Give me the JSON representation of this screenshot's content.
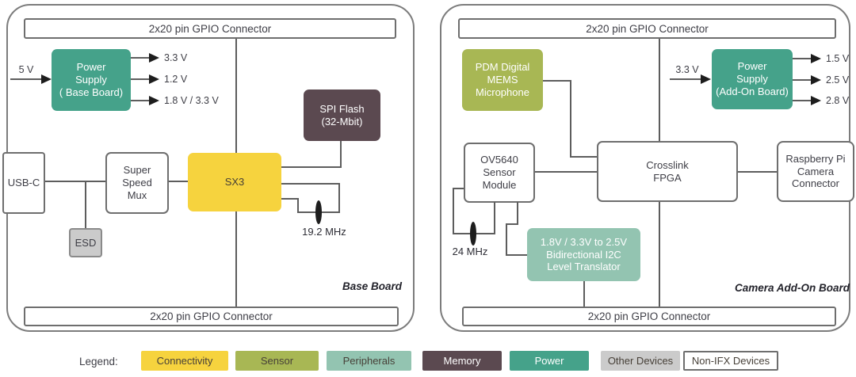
{
  "boards": {
    "base": {
      "name": "Base Board",
      "top_connector": "2x20 pin GPIO Connector",
      "bottom_connector": "2x20 pin GPIO Connector",
      "power_supply": {
        "label": "Power\nSupply\n( Base Board)",
        "input_label": "5 V",
        "outputs": [
          "3.3 V",
          "1.2 V",
          "1.8 V / 3.3 V"
        ]
      },
      "spi_flash_label": "SPI Flash\n(32-Mbit)",
      "usb_c_label": "USB-C",
      "mux_label": "Super\nSpeed\nMux",
      "sx3_label": "SX3",
      "esd_label": "ESD",
      "crystal_label": "19.2 MHz"
    },
    "camera": {
      "name": "Camera Add-On Board",
      "top_connector": "2x20 pin GPIO Connector",
      "bottom_connector": "2x20 pin GPIO Connector",
      "microphone_label": "PDM Digital\nMEMS\nMicrophone",
      "power_supply": {
        "label": "Power\nSupply\n(Add-On Board)",
        "input_label": "3.3 V",
        "outputs": [
          "1.5 V",
          "2.5 V",
          "2.8 V"
        ]
      },
      "sensor_module_label": "OV5640\nSensor\nModule",
      "fpga_label": "Crosslink\nFPGA",
      "rpi_connector_label": "Raspberry Pi\nCamera\nConnector",
      "crystal_label": "24 MHz",
      "level_translator_label": "1.8V / 3.3V to 2.5V\nBidirectional I2C\nLevel Translator"
    }
  },
  "legend": {
    "title": "Legend:",
    "items": [
      {
        "label": "Connectivity",
        "color": "#F6D33E"
      },
      {
        "label": "Sensor",
        "color": "#A8B754"
      },
      {
        "label": "Peripherals",
        "color": "#93C4B1"
      },
      {
        "label": "Memory",
        "color": "#5B4950"
      },
      {
        "label": "Power",
        "color": "#45A28A"
      },
      {
        "label": "Other Devices",
        "color": "#CBCBCB"
      },
      {
        "label": "Non-IFX Devices",
        "color": "#FFFFFF"
      }
    ]
  },
  "colors": {
    "connectivity": "#F6D33E",
    "sensor": "#A8B754",
    "peripherals": "#93C4B1",
    "memory": "#5B4950",
    "power": "#45A28A",
    "other_devices": "#CBCBCB",
    "wire": "#5D5D5D"
  }
}
